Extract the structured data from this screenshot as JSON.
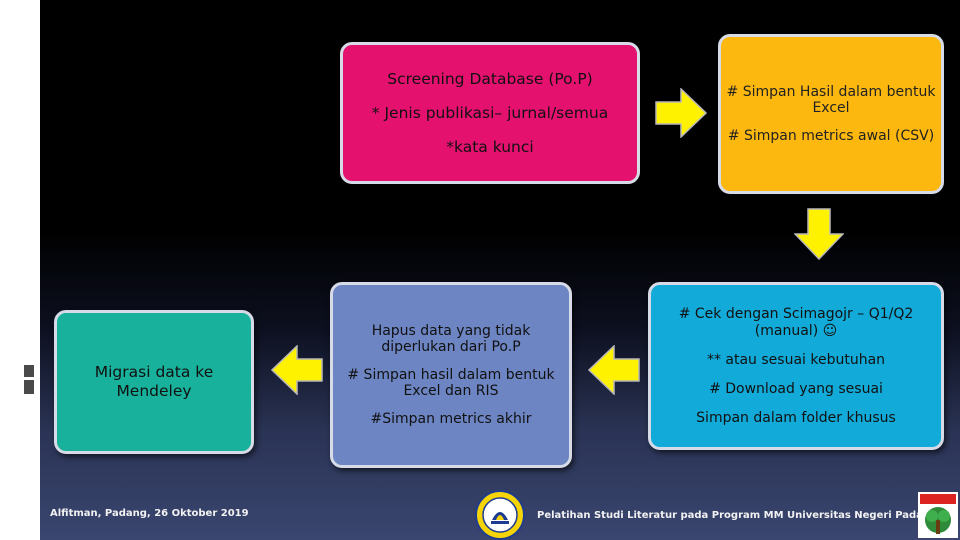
{
  "boxes": {
    "screening": {
      "line1": "Screening Database (Po.P)",
      "line2": "* Jenis publikasi– jurnal/semua",
      "line3": "*kata kunci"
    },
    "simpan": {
      "line1": "# Simpan Hasil dalam bentuk Excel",
      "line2": "# Simpan metrics awal (CSV)"
    },
    "cek": {
      "line1": "# Cek dengan Scimagojr – Q1/Q2 (manual) ☺",
      "line2": "** atau sesuai kebutuhan",
      "line3": "# Download yang sesuai",
      "line4": "Simpan dalam folder khusus"
    },
    "hapus": {
      "line1": "Hapus data yang tidak diperlukan dari Po.P",
      "line2": "# Simpan hasil dalam bentuk Excel dan RIS",
      "line3": "#Simpan metrics akhir"
    },
    "migrasi": {
      "line1": "Migrasi data ke Mendeley"
    }
  },
  "footer": {
    "author": "Alfitman, Padang, 26 Oktober 2019",
    "event": "Pelatihan Studi Literatur pada Program MM Universitas Negeri Padang"
  },
  "colors": {
    "pink": "#e5116f",
    "orange": "#fdb80f",
    "blue": "#12aad8",
    "purple": "#6d85c3",
    "teal": "#18b29c",
    "arrow": "#fff200"
  }
}
